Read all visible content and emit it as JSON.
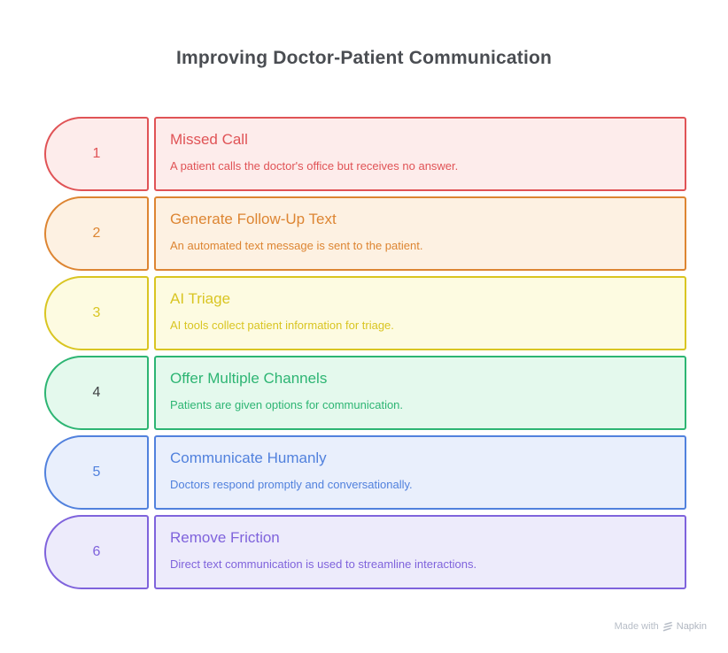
{
  "title": "Improving Doctor-Patient Communication",
  "steps": [
    {
      "number": "1",
      "title": "Missed Call",
      "description": "A patient calls the doctor's office but receives no answer.",
      "accent": "#e05356",
      "background": "#fdeceb",
      "number_color": "#e05356"
    },
    {
      "number": "2",
      "title": "Generate Follow-Up Text",
      "description": "An automated text message is sent to the patient.",
      "accent": "#dd8532",
      "background": "#fdf1e2",
      "number_color": "#dd8532"
    },
    {
      "number": "3",
      "title": "AI Triage",
      "description": "AI tools collect patient information for triage.",
      "accent": "#d9c522",
      "background": "#fdfbe1",
      "number_color": "#d9c522"
    },
    {
      "number": "4",
      "title": "Offer Multiple Channels",
      "description": "Patients are given options for communication.",
      "accent": "#2db573",
      "background": "#e4f9ed",
      "number_color": "#3f4245"
    },
    {
      "number": "5",
      "title": "Communicate Humanly",
      "description": "Doctors respond promptly and conversationally.",
      "accent": "#5181dd",
      "background": "#e9effc",
      "number_color": "#5181dd"
    },
    {
      "number": "6",
      "title": "Remove Friction",
      "description": "Direct text communication is used to streamline interactions.",
      "accent": "#7f63dc",
      "background": "#edebfb",
      "number_color": "#7f63dc"
    }
  ],
  "watermark": {
    "prefix": "Made with",
    "brand": "Napkin",
    "color": "#b7bdc7"
  }
}
